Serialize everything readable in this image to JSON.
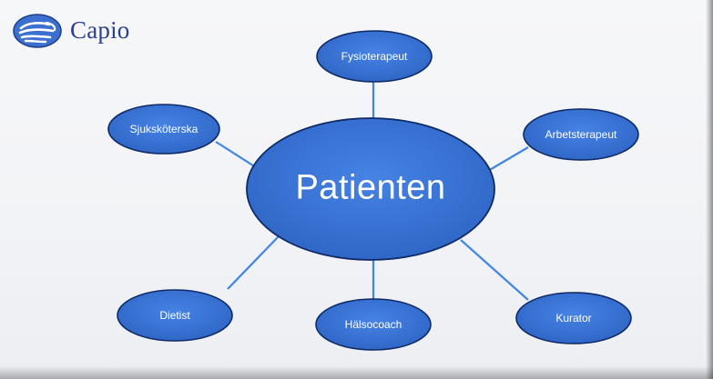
{
  "brand": {
    "name": "Capio",
    "logo_icon": "hand-logo-icon"
  },
  "diagram": {
    "center": {
      "label": "Patienten"
    },
    "nodes": [
      {
        "key": "fysioterapeut",
        "label": "Fysioterapeut"
      },
      {
        "key": "sjukskoterska",
        "label": "Sjuksköterska"
      },
      {
        "key": "arbetsterapeut",
        "label": "Arbetsterapeut"
      },
      {
        "key": "dietist",
        "label": "Dietist"
      },
      {
        "key": "halsocoach",
        "label": "Hälsocoach"
      },
      {
        "key": "kurator",
        "label": "Kurator"
      }
    ]
  },
  "colors": {
    "node_fill": "#3a76d8",
    "node_stroke": "#0f2a66",
    "connector": "#3f86e6",
    "brand_text": "#2a3f8f"
  }
}
